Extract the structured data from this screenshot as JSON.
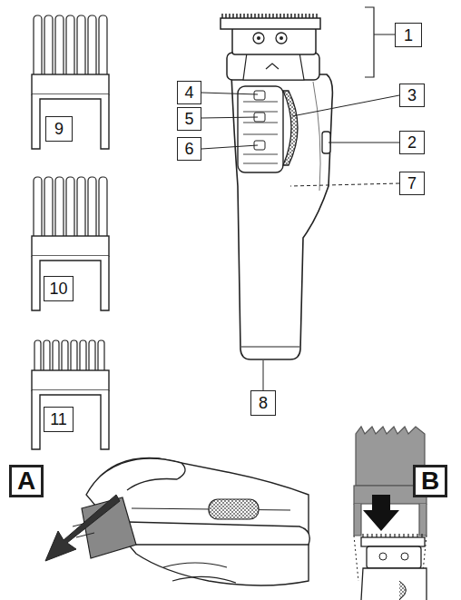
{
  "diagram": {
    "labels": [
      "1",
      "4",
      "3",
      "5",
      "6",
      "2",
      "7",
      "9",
      "10",
      "11",
      "8",
      "A",
      "B"
    ]
  }
}
